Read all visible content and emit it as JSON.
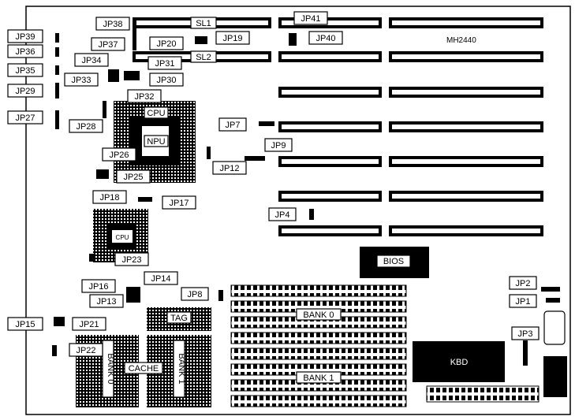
{
  "board_model": "MH2440",
  "slot_labels": {
    "sl1": "SL1",
    "sl2": "SL2"
  },
  "chips": {
    "cpu_main": "CPU",
    "npu": "NPU",
    "cpu_alt": "CPU",
    "bios": "BIOS",
    "kbd": "KBD"
  },
  "memory": {
    "bank0": "BANK 0",
    "bank1": "BANK 1",
    "tag": "TAG",
    "cache": "CACHE",
    "cache_bank0": "BANK 0",
    "cache_bank1": "BANK 1"
  },
  "jumpers": {
    "jp1": "JP1",
    "jp2": "JP2",
    "jp3": "JP3",
    "jp4": "JP4",
    "jp7": "JP7",
    "jp8": "JP8",
    "jp9": "JP9",
    "jp12": "JP12",
    "jp13": "JP13",
    "jp14": "JP14",
    "jp15": "JP15",
    "jp16": "JP16",
    "jp17": "JP17",
    "jp18": "JP18",
    "jp19": "JP19",
    "jp20": "JP20",
    "jp21": "JP21",
    "jp22": "JP22",
    "jp23": "JP23",
    "jp25": "JP25",
    "jp26": "JP26",
    "jp27": "JP27",
    "jp28": "JP28",
    "jp29": "JP29",
    "jp30": "JP30",
    "jp31": "JP31",
    "jp32": "JP32",
    "jp33": "JP33",
    "jp34": "JP34",
    "jp35": "JP35",
    "jp36": "JP36",
    "jp37": "JP37",
    "jp38": "JP38",
    "jp39": "JP39",
    "jp40": "JP40",
    "jp41": "JP41"
  }
}
